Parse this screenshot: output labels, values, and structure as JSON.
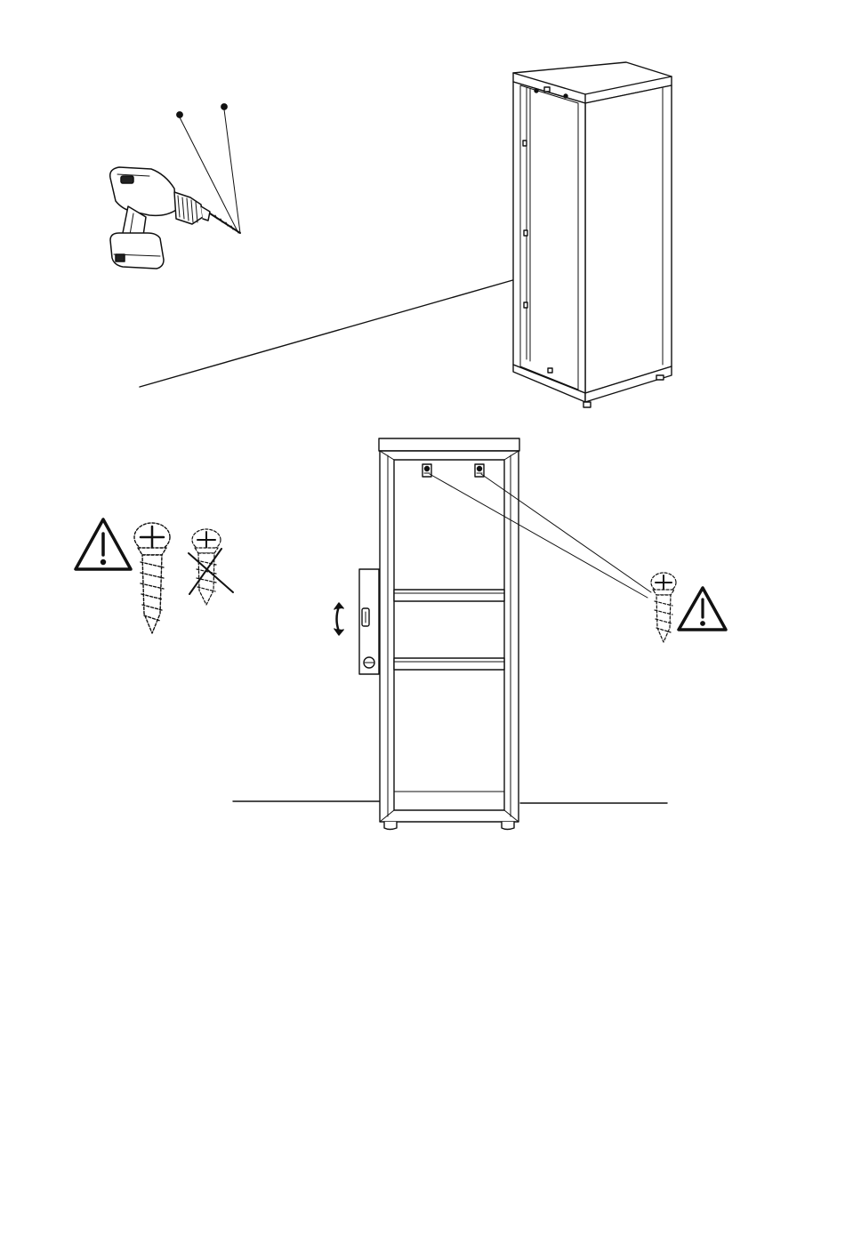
{
  "page": {
    "background": "#ffffff",
    "line_color": "#111111"
  },
  "figures": {
    "upper": {
      "tool": "drill",
      "marks": [
        "wall-mark",
        "wall-mark"
      ],
      "object": "tall-cabinet-perspective"
    },
    "lower": {
      "object": "cabinet-front-view",
      "shelves": 2,
      "hanging_brackets": 2,
      "tool": "spirit-level",
      "adjust_symbol": "up-down-arrow-icon"
    }
  },
  "callouts": {
    "left": {
      "warning_icon": "warning-triangle-icon",
      "correct_screw": "screw-icon",
      "wrong_screw": "crossed-out-screw-icon"
    },
    "right": {
      "warning_icon": "warning-triangle-icon",
      "screw": "screw-icon"
    }
  }
}
